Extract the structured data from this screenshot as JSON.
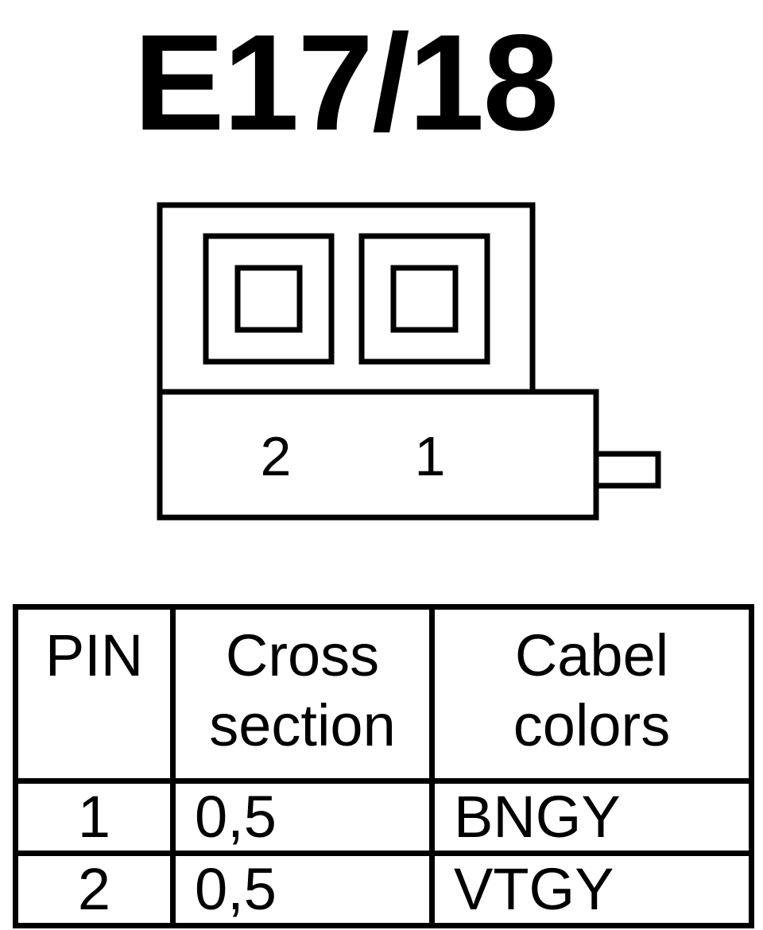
{
  "title": "E17/18",
  "connector": {
    "pin_labels": [
      "2",
      "1"
    ]
  },
  "table": {
    "headers": [
      [
        "PIN"
      ],
      [
        "Cross",
        "section"
      ],
      [
        "Cabel",
        "colors"
      ]
    ],
    "rows": [
      {
        "pin": "1",
        "cross_section": "0,5",
        "color": "BNGY"
      },
      {
        "pin": "2",
        "cross_section": "0,5",
        "color": "VTGY"
      }
    ]
  }
}
